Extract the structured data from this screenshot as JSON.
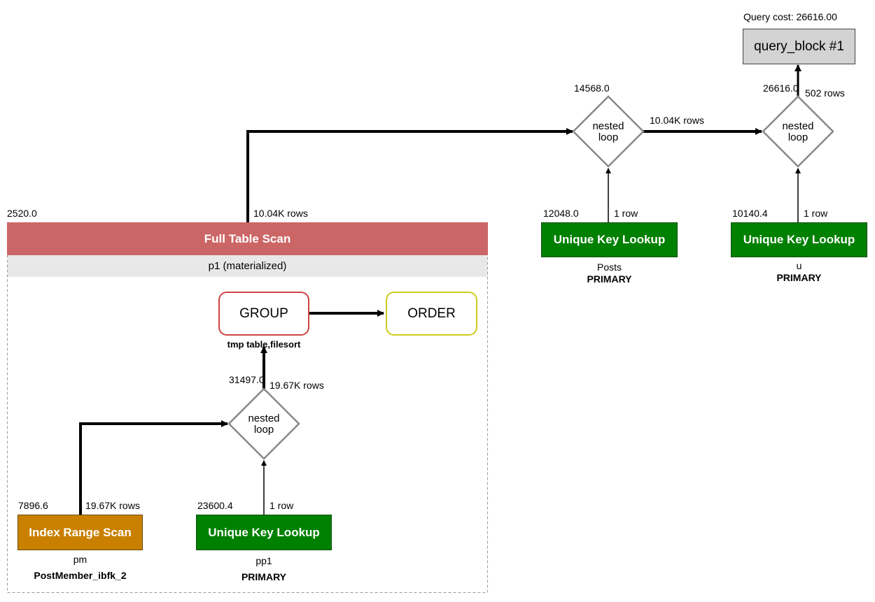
{
  "query_cost": "Query cost: 26616.00",
  "query_block": {
    "label": "query_block #1"
  },
  "full_table_scan": {
    "cost": "2520.0",
    "rows": "10.04K rows",
    "label": "Full Table Scan",
    "subtitle": "p1 (materialized)"
  },
  "nested_loops": [
    {
      "cost": "14568.0",
      "label_line1": "nested",
      "label_line2": "loop",
      "out_rows": "10.04K rows"
    },
    {
      "cost": "26616.0",
      "label_line1": "nested",
      "label_line2": "loop",
      "out_rows": "502 rows"
    },
    {
      "cost": "31497.0",
      "label_line1": "nested",
      "label_line2": "loop",
      "out_rows": "19.67K rows"
    }
  ],
  "lookups": [
    {
      "cost": "12048.0",
      "rows": "1 row",
      "label": "Unique Key Lookup",
      "table": "Posts",
      "key": "PRIMARY"
    },
    {
      "cost": "10140.4",
      "rows": "1 row",
      "label": "Unique Key Lookup",
      "table": "u",
      "key": "PRIMARY"
    },
    {
      "cost": "23600.4",
      "rows": "1 row",
      "label": "Unique Key Lookup",
      "table": "pp1",
      "key": "PRIMARY"
    }
  ],
  "index_range_scan": {
    "cost": "7896.6",
    "rows": "19.67K rows",
    "label": "Index Range Scan",
    "table": "pm",
    "key": "PostMember_ibfk_2"
  },
  "group": {
    "label": "GROUP",
    "note": "tmp table,filesort"
  },
  "order": {
    "label": "ORDER"
  },
  "colors": {
    "full_table_scan": "#cc6666",
    "unique_key_lookup": "#008000",
    "index_range_scan": "#c98000",
    "group_border": "#cc4444",
    "order_border": "#cccc22",
    "query_block": "#d3d3d3"
  }
}
